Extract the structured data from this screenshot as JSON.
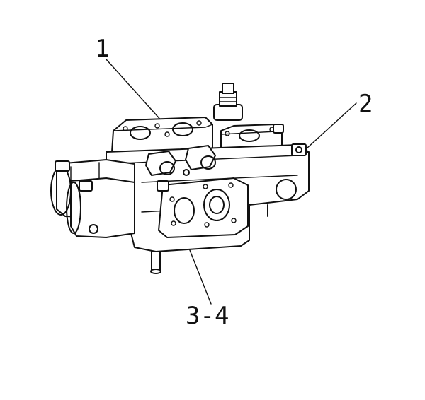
{
  "diagram": {
    "callouts": [
      {
        "id": "1",
        "label": "1"
      },
      {
        "id": "2",
        "label": "2"
      },
      {
        "id": "3-4",
        "label": "3-4"
      }
    ]
  }
}
